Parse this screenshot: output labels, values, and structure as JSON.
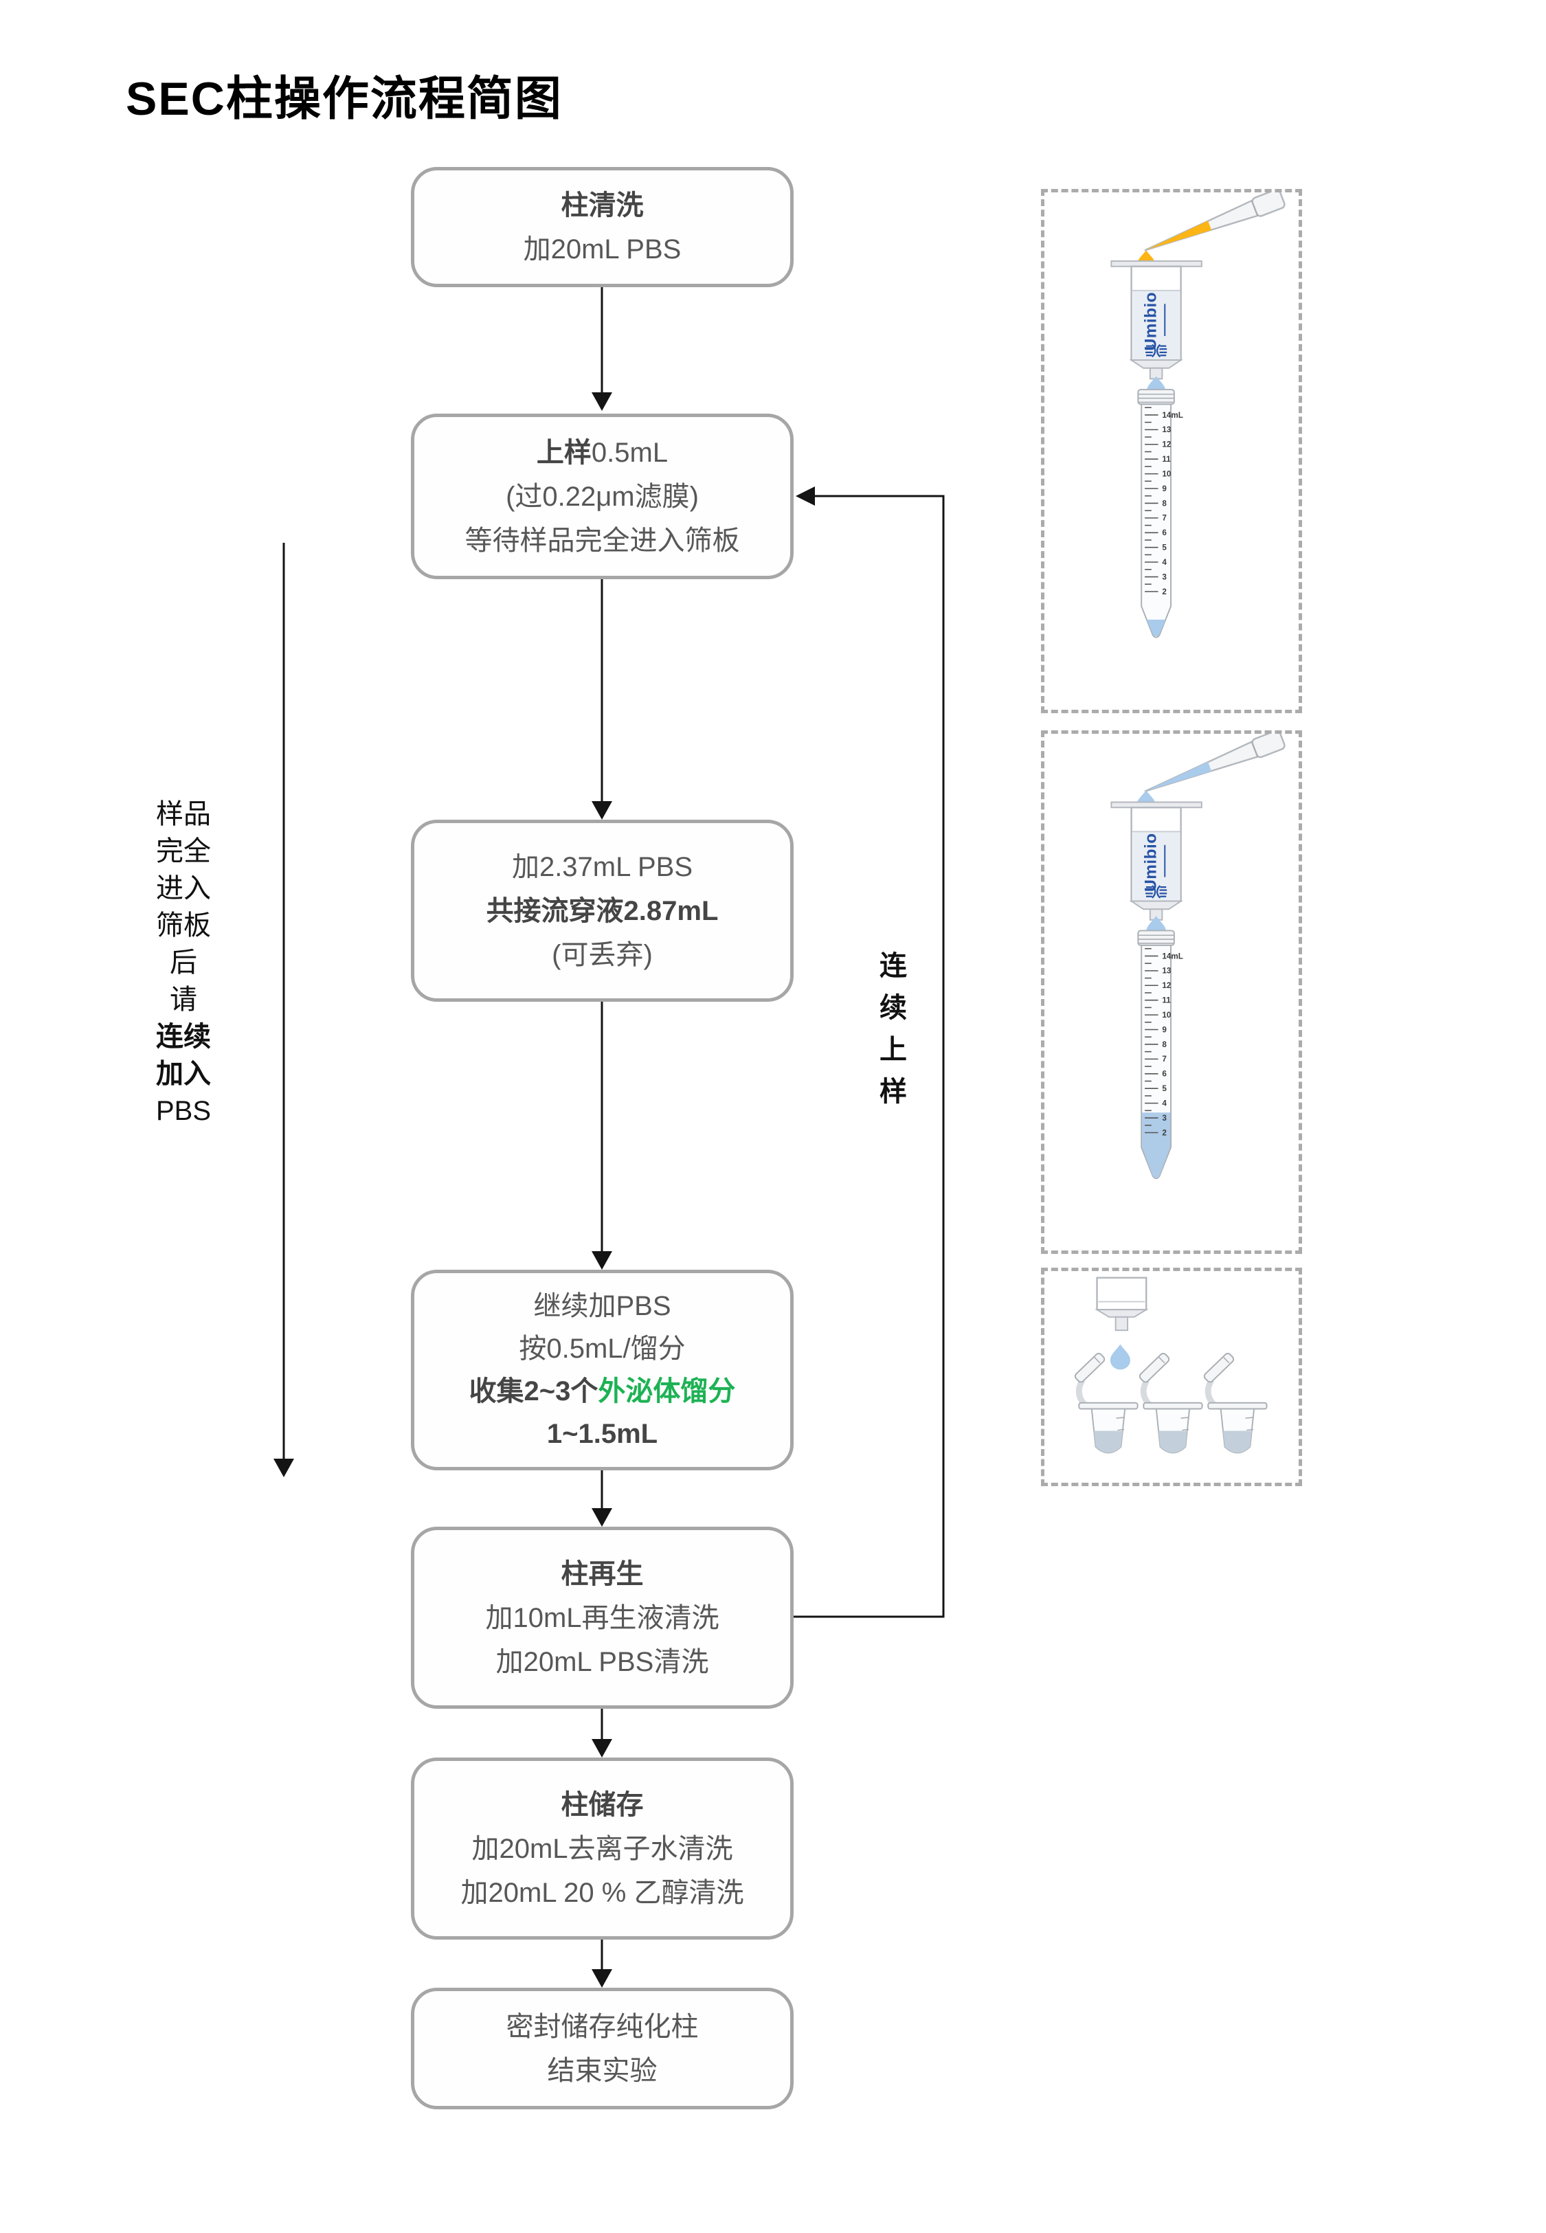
{
  "title": "SEC柱操作流程简图",
  "colors": {
    "accent_green": "#1db254",
    "brand_blue": "#2653a5",
    "box_border_gray": "#a6a6a6",
    "sample_yellow": "#fdb515",
    "buffer_blue": "#a9cbec"
  },
  "flow_boxes": {
    "wash": {
      "title": "柱清洗",
      "line2": "加20mL PBS"
    },
    "load": {
      "bold": "上样",
      "rest": "0.5mL",
      "line2": "(过0.22μm滤膜)",
      "line3": "等待样品完全进入筛板"
    },
    "flowthrough": {
      "line1": "加2.37mL PBS",
      "line2": "共接流穿液2.87mL",
      "line3": "(可丢弃)"
    },
    "collect": {
      "line1": "继续加PBS",
      "line2": "按0.5mL/馏分",
      "line3_bold": "收集2~3个",
      "line3_green": "外泌体馏分",
      "line4": "1~1.5mL"
    },
    "regen": {
      "title": "柱再生",
      "line2": "加10mL再生液清洗",
      "line3": "加20mL PBS清洗"
    },
    "store": {
      "title": "柱储存",
      "line2": "加20mL去离子水清洗",
      "line3": "加20mL 20 % 乙醇清洗"
    },
    "end": {
      "line1": "密封储存纯化柱",
      "line2": "结束实验"
    }
  },
  "side_note_left": {
    "lines": [
      {
        "t": "样品"
      },
      {
        "t": "完全"
      },
      {
        "t": "进入"
      },
      {
        "t": "筛板"
      },
      {
        "t": "后"
      },
      {
        "t": "请"
      },
      {
        "t": "连续",
        "bold": true
      },
      {
        "t": "加入",
        "bold": true
      },
      {
        "t": "PBS"
      }
    ]
  },
  "loop_label": "连续上样",
  "illustrations": {
    "brand": "Umibio",
    "tube_scale": [
      "14mL",
      "13",
      "12",
      "11",
      "10",
      "9",
      "8",
      "7",
      "6",
      "5",
      "4",
      "3",
      "2"
    ]
  }
}
